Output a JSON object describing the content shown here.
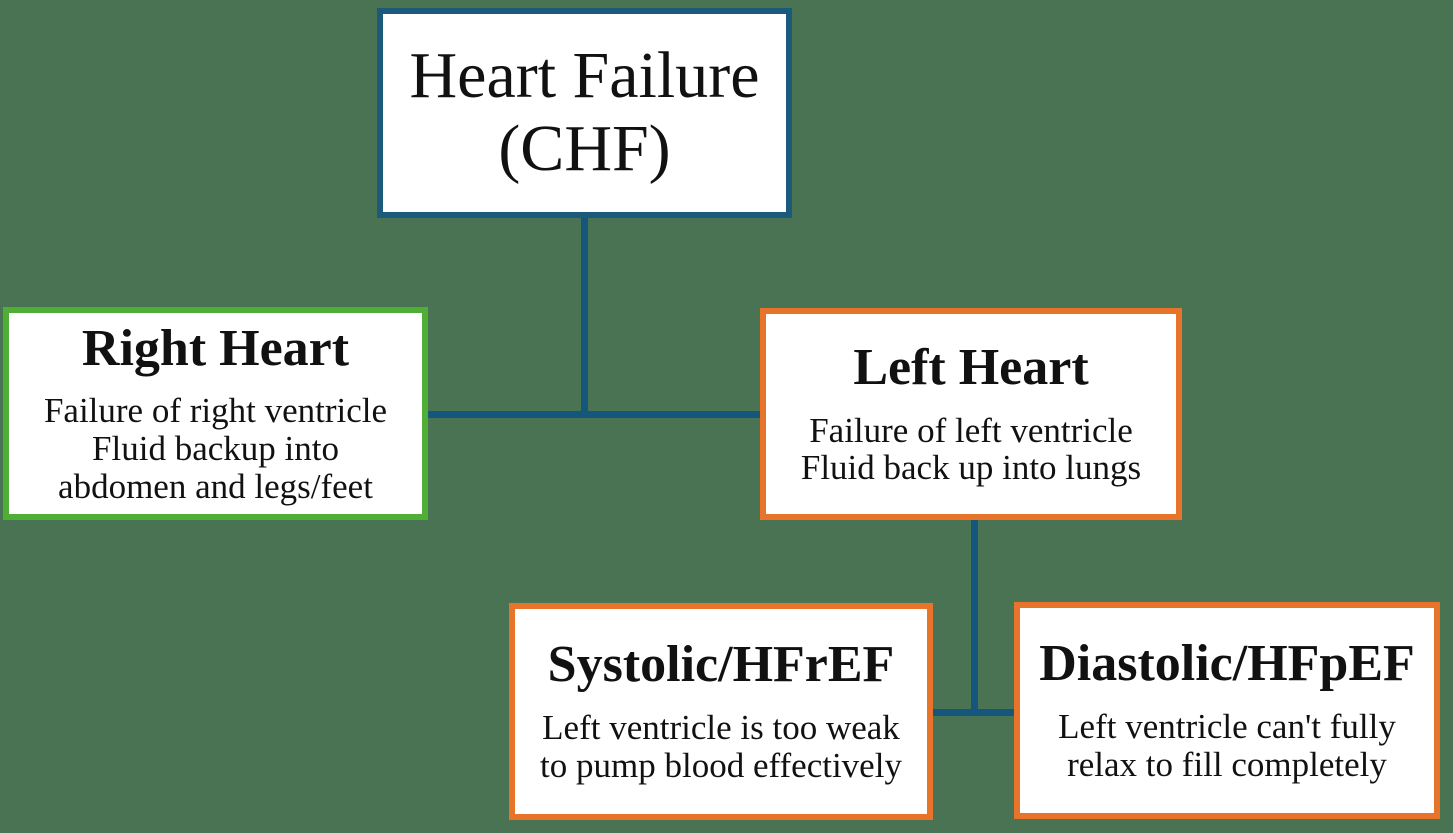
{
  "colors": {
    "background": "#4a7354",
    "connector": "#15567d",
    "root_border": "#1b5a7a",
    "right_heart_border": "#4fae36",
    "left_heart_border": "#e8742c",
    "node_background": "#ffffff",
    "text": "#111111"
  },
  "diagram": {
    "type": "flowchart",
    "nodes": {
      "heart_failure": {
        "title": "Heart Failure (CHF)"
      },
      "right_heart": {
        "title": "Right Heart",
        "body": [
          "Failure of right ventricle",
          "Fluid backup into",
          "abdomen and legs/feet"
        ]
      },
      "left_heart": {
        "title": "Left Heart",
        "body": [
          "Failure of left ventricle",
          "Fluid back up into lungs"
        ]
      },
      "systolic": {
        "title": "Systolic/HFrEF",
        "body": [
          "Left ventricle is too weak",
          "to pump blood effectively"
        ]
      },
      "diastolic": {
        "title": "Diastolic/HFpEF",
        "body": [
          "Left ventricle can't fully",
          "relax to fill completely"
        ]
      }
    },
    "edges": [
      {
        "from": "heart_failure",
        "to": "right_heart"
      },
      {
        "from": "heart_failure",
        "to": "left_heart"
      },
      {
        "from": "left_heart",
        "to": "systolic"
      },
      {
        "from": "left_heart",
        "to": "diastolic"
      }
    ]
  }
}
